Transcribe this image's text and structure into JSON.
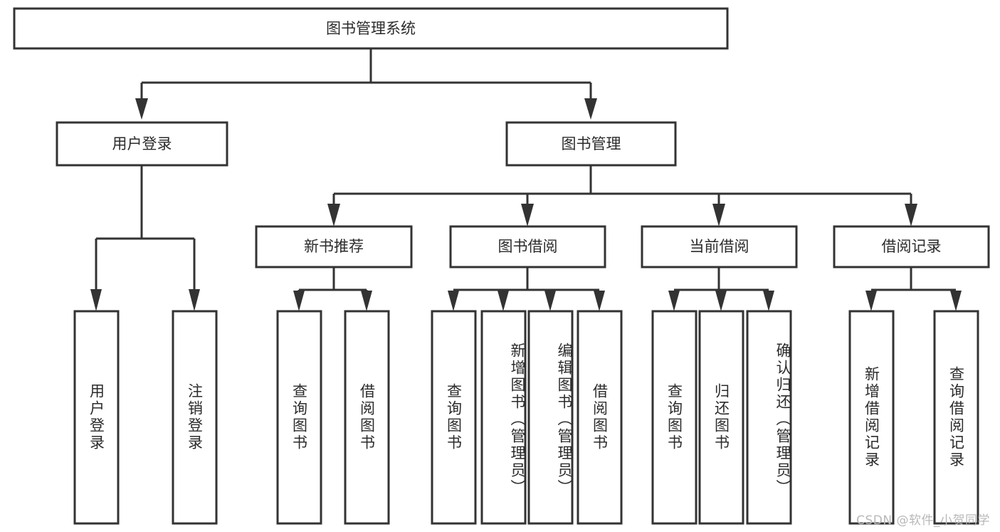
{
  "diagram": {
    "title": "图书管理系统",
    "type": "tree-hierarchy-chart",
    "root": {
      "id": "root",
      "label": "图书管理系统"
    },
    "level1": [
      {
        "id": "user-login",
        "label": "用户登录"
      },
      {
        "id": "book-manage",
        "label": "图书管理"
      }
    ],
    "level2": [
      {
        "id": "new-book-recommend",
        "label": "新书推荐",
        "parent": "book-manage"
      },
      {
        "id": "book-borrow",
        "label": "图书借阅",
        "parent": "book-manage"
      },
      {
        "id": "current-borrow",
        "label": "当前借阅",
        "parent": "book-manage"
      },
      {
        "id": "borrow-record",
        "label": "借阅记录",
        "parent": "book-manage"
      }
    ],
    "leaves": [
      {
        "id": "leaf-user-login",
        "label": "用户登录",
        "parent": "user-login"
      },
      {
        "id": "leaf-logout-login",
        "label": "注销登录",
        "parent": "user-login"
      },
      {
        "id": "leaf-query-book-1",
        "label": "查询图书",
        "parent": "new-book-recommend"
      },
      {
        "id": "leaf-borrow-book-1",
        "label": "借阅图书",
        "parent": "new-book-recommend"
      },
      {
        "id": "leaf-query-book-2",
        "label": "查询图书",
        "parent": "book-borrow"
      },
      {
        "id": "leaf-add-book",
        "label": "新增图书（管理员）",
        "parent": "book-borrow"
      },
      {
        "id": "leaf-edit-book",
        "label": "编辑图书（管理员）",
        "parent": "book-borrow"
      },
      {
        "id": "leaf-borrow-book-2",
        "label": "借阅图书",
        "parent": "book-borrow"
      },
      {
        "id": "leaf-query-book-3",
        "label": "查询图书",
        "parent": "current-borrow"
      },
      {
        "id": "leaf-return-book",
        "label": "归还图书",
        "parent": "current-borrow"
      },
      {
        "id": "leaf-confirm-return",
        "label": "确认归还（管理员）",
        "parent": "current-borrow"
      },
      {
        "id": "leaf-add-record",
        "label": "新增借阅记录",
        "parent": "borrow-record"
      },
      {
        "id": "leaf-query-record",
        "label": "查询借阅记录",
        "parent": "borrow-record"
      }
    ],
    "colors": {
      "stroke": "#333333",
      "box_fill": "#ffffff",
      "text": "#2b2b2b",
      "background": "#ffffff",
      "watermark": "#b8b8b8"
    }
  },
  "watermark": {
    "text": "CSDN @软件_小贺同学"
  }
}
